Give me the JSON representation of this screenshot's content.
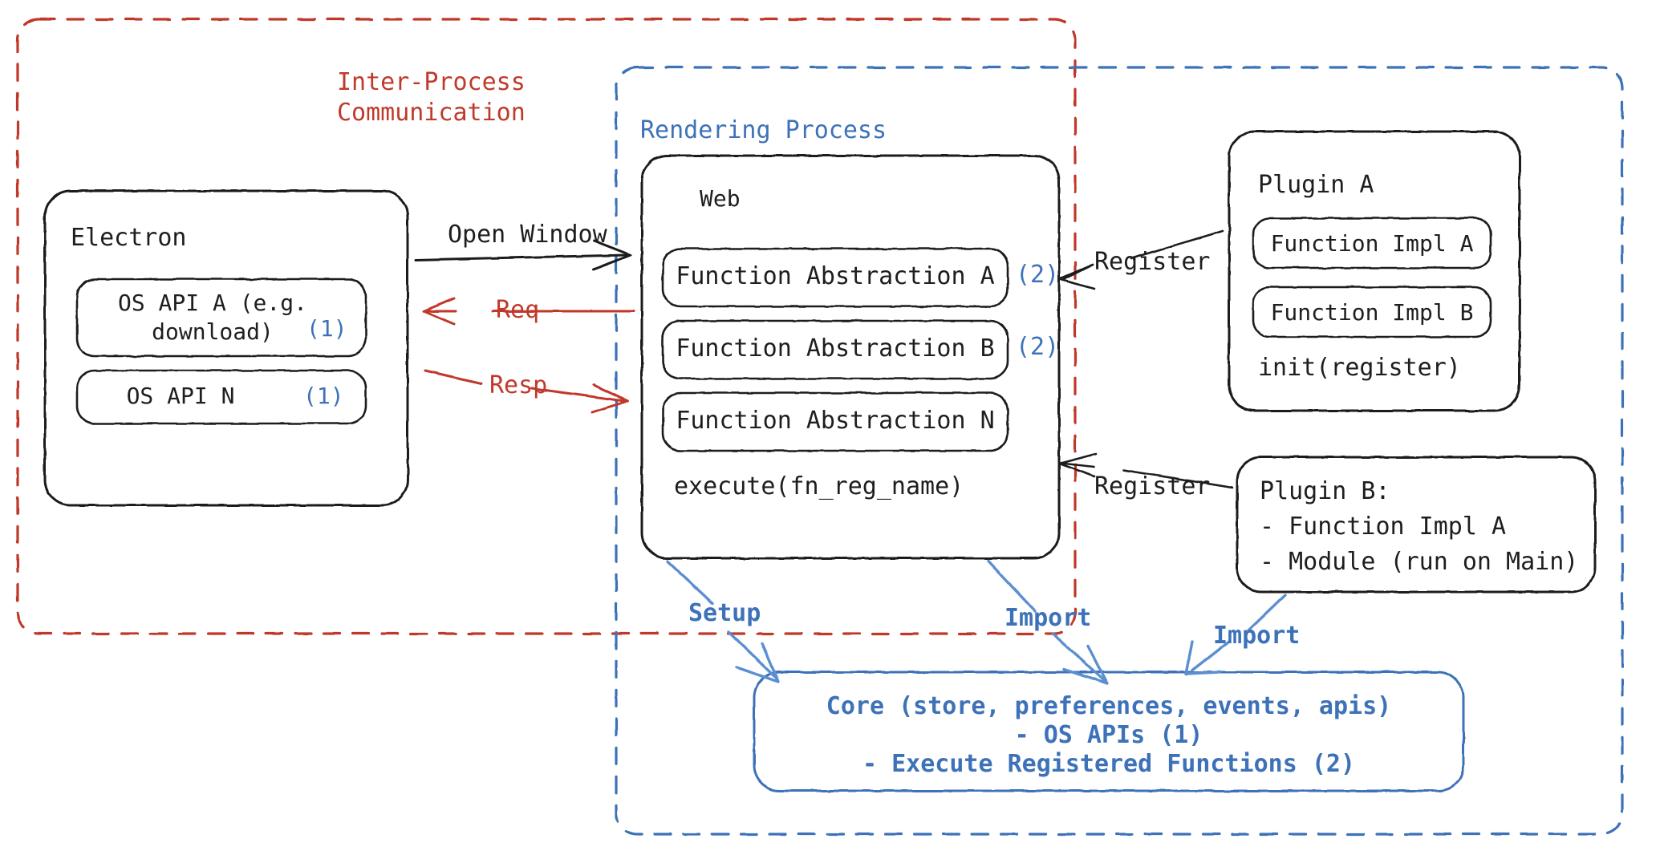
{
  "diagram": {
    "title": "Electron plugin architecture",
    "colors": {
      "ink": "#1e1e1e",
      "red": "#c0392b",
      "blue": "#3d72b8"
    },
    "regions": {
      "ipc": {
        "label": "Inter-Process\nCommunication",
        "style": "dashed-red"
      },
      "rendering": {
        "label": "Rendering Process",
        "style": "dashed-blue"
      }
    },
    "electron": {
      "title": "Electron",
      "items": [
        {
          "label": "OS API A (e.g.\ndownload)",
          "badge": "(1)"
        },
        {
          "label": "OS API N",
          "badge": "(1)"
        }
      ]
    },
    "web": {
      "title": "Web",
      "items": [
        {
          "label": "Function Abstraction A",
          "badge": "(2)"
        },
        {
          "label": "Function Abstraction B",
          "badge": "(2)"
        },
        {
          "label": "Function Abstraction N",
          "badge": ""
        }
      ],
      "footer": "execute(fn_reg_name)"
    },
    "plugin_a": {
      "title": "Plugin A",
      "items": [
        {
          "label": "Function Impl A"
        },
        {
          "label": "Function Impl B"
        }
      ],
      "footer": "init(register)"
    },
    "plugin_b": {
      "lines": [
        "Plugin B:",
        "- Function Impl A",
        "- Module (run on Main)"
      ]
    },
    "core": {
      "lines": [
        "Core (store, preferences, events, apis)",
        "- OS APIs (1)",
        "- Execute Registered Functions (2)"
      ]
    },
    "edges": [
      {
        "label": "Open Window",
        "color": "#1e1e1e",
        "from": "electron",
        "to": "web"
      },
      {
        "label": "Req",
        "color": "#c0392b",
        "from": "web",
        "to": "electron"
      },
      {
        "label": "Resp",
        "color": "#c0392b",
        "from": "electron",
        "to": "web"
      },
      {
        "label": "Register",
        "color": "#1e1e1e",
        "from": "plugin-a",
        "to": "web"
      },
      {
        "label": "Register",
        "color": "#1e1e1e",
        "from": "plugin-b",
        "to": "web"
      },
      {
        "label": "Setup",
        "color": "#3d72b8",
        "from": "web",
        "to": "core"
      },
      {
        "label": "Import",
        "color": "#3d72b8",
        "from": "web",
        "to": "core"
      },
      {
        "label": "Import",
        "color": "#3d72b8",
        "from": "plugin-b",
        "to": "core"
      }
    ]
  }
}
